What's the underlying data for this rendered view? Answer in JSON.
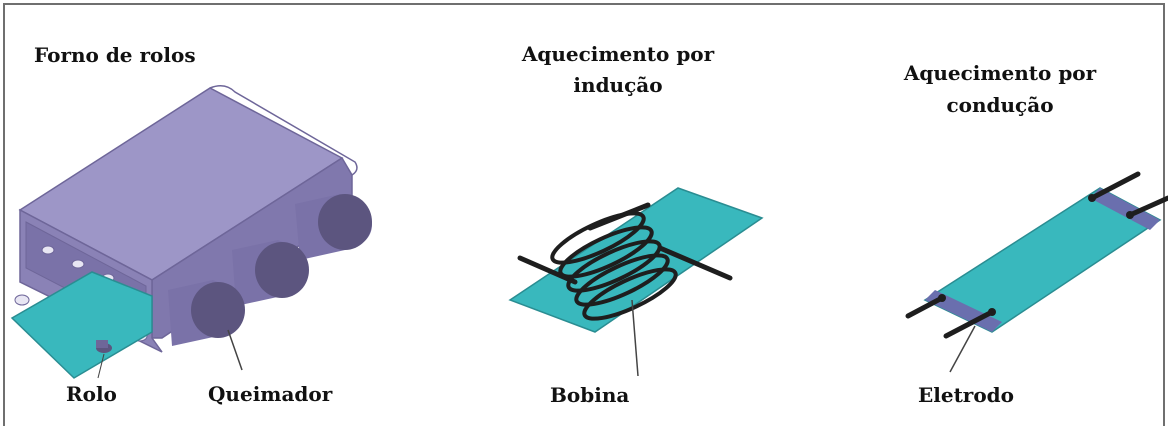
{
  "panels": [
    {
      "title": "Forno de rolos",
      "labels": {
        "roller": "Rolo",
        "burner": "Queimador"
      }
    },
    {
      "title_line1": "Aquecimento por",
      "title_line2": "indução",
      "labels": {
        "coil": "Bobina"
      }
    },
    {
      "title_line1": "Aquecimento por",
      "title_line2": "condução",
      "labels": {
        "electrode": "Eletrodo"
      }
    }
  ],
  "colors": {
    "frame": "#6f6f6f",
    "furnace_front": "#8a82b6",
    "furnace_top": "#9d96c7",
    "furnace_side": "#6e6699",
    "roller_face": "#5c557f",
    "sheet": "#39b8bd",
    "sheet_edge": "#2a8d92",
    "electrode_pad": "#6a6fae",
    "rod": "#1e1e1e",
    "leader": "#444444"
  }
}
